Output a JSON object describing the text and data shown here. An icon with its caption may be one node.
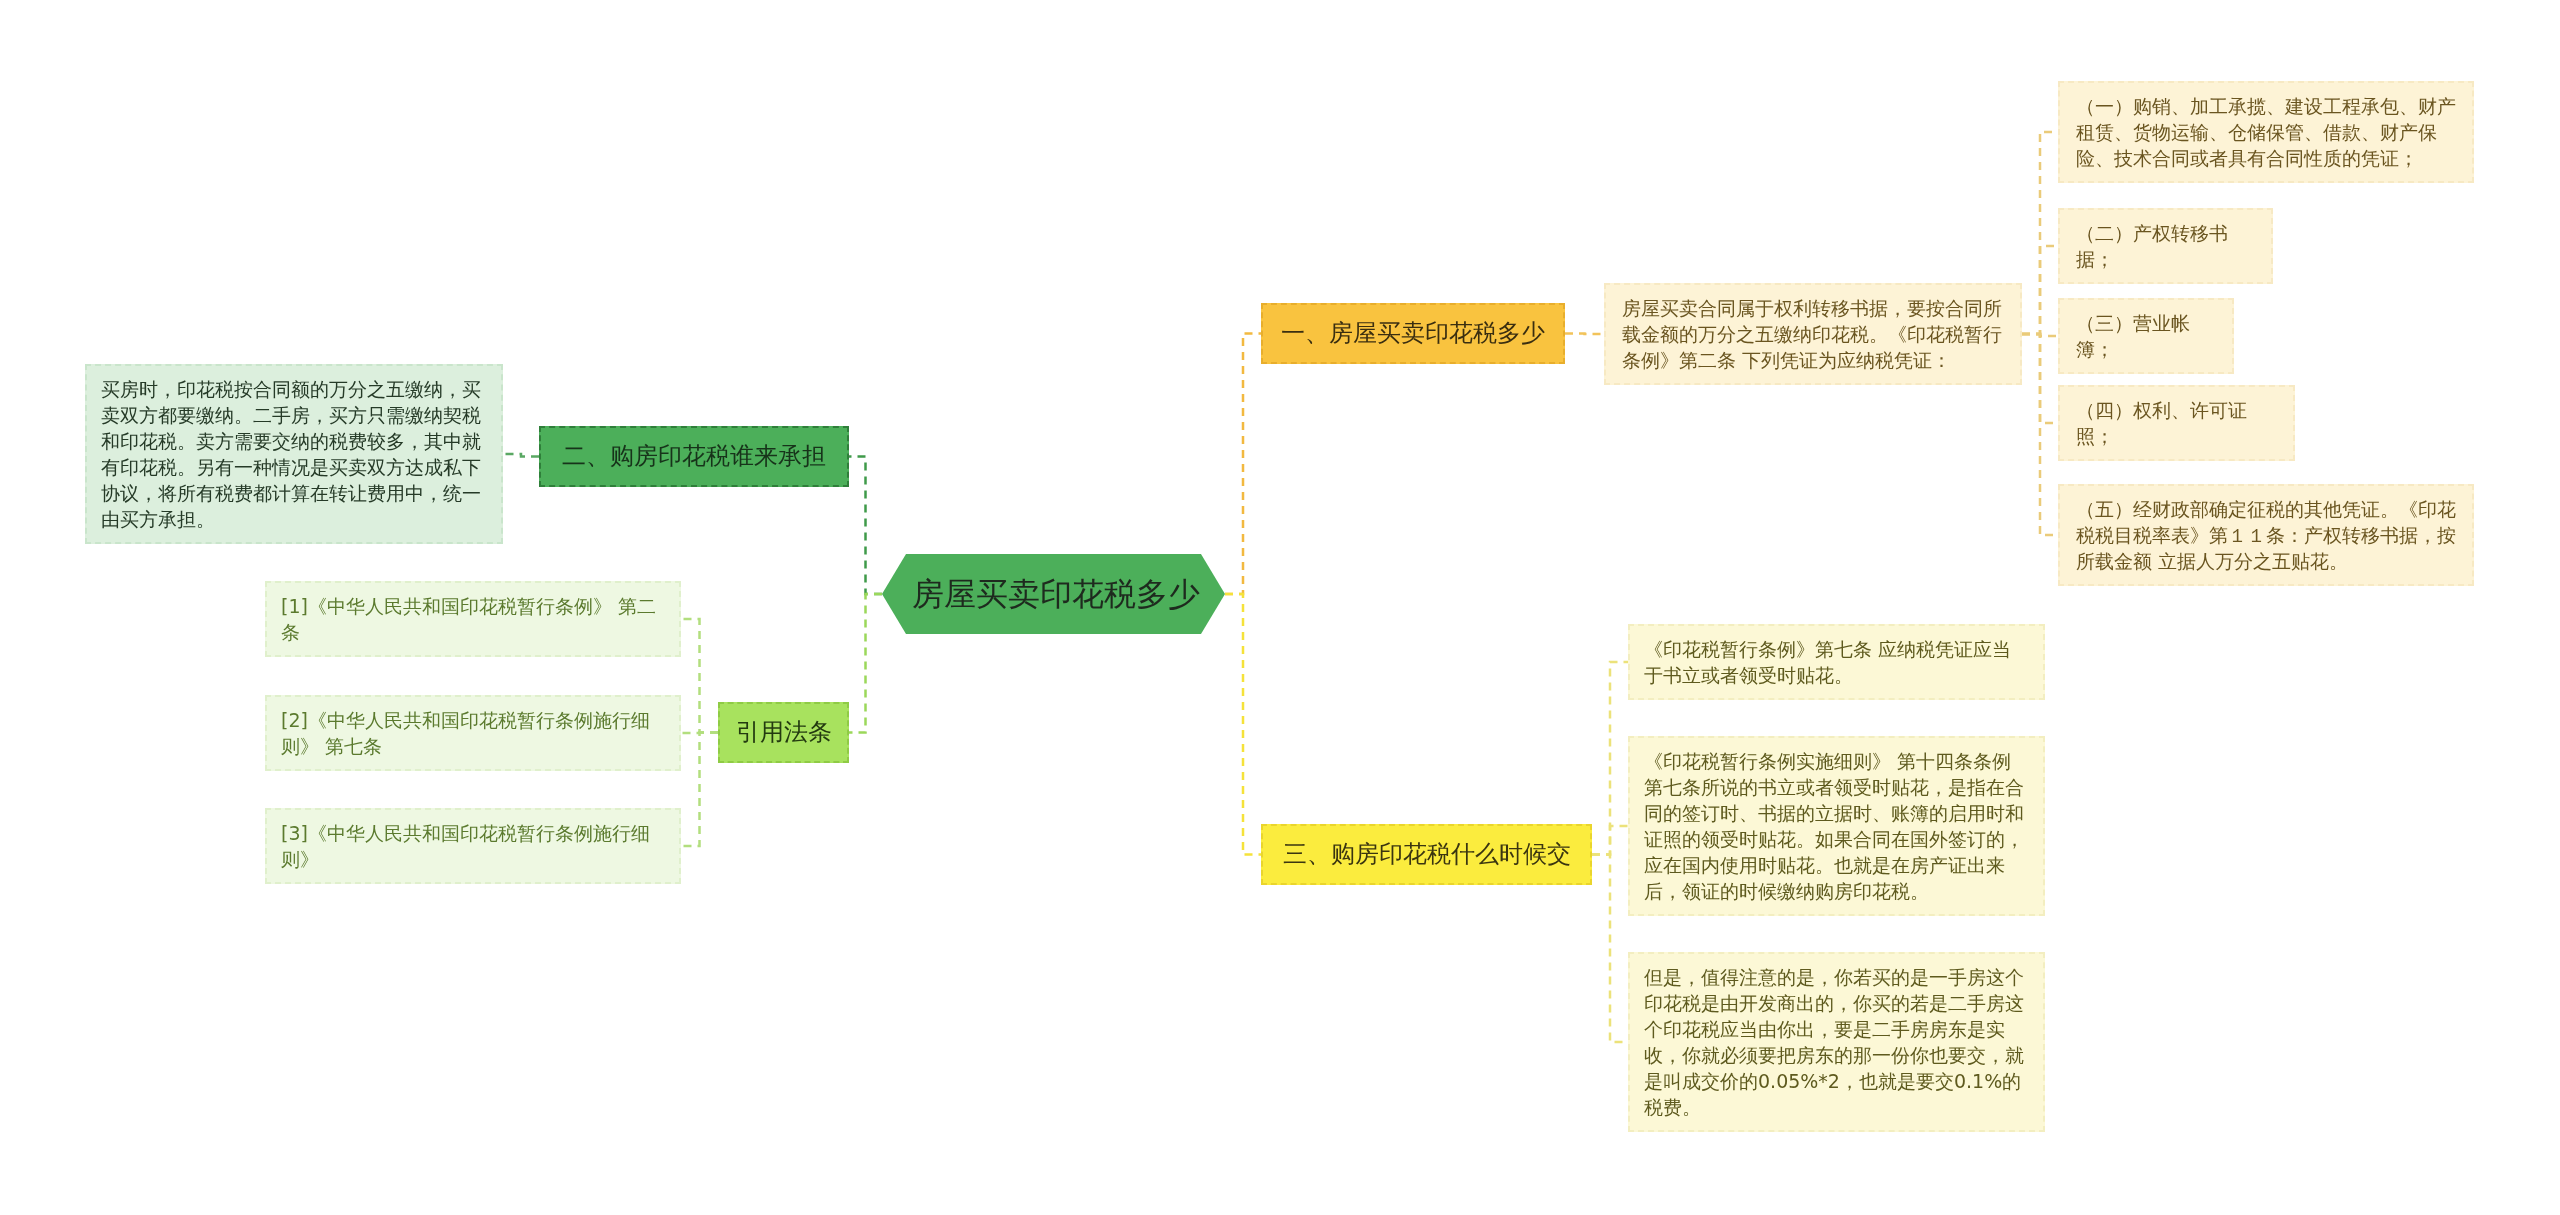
{
  "diagram": {
    "nodes": [
      {
        "text": [
          "房屋买卖印花税多少"
        ]
      },
      {
        "text": [
          "一、房屋买卖印花税多少"
        ]
      },
      {
        "text": [
          "房屋买卖合同属于权利转移书据，要按合同所载金额的万分之五缴纳印花税。《印花税暂行条例》第二条 下列凭证为应纳税凭证："
        ]
      },
      {
        "text": [
          "（一）购销、加工承揽、建设工程承包、财产租赁、货物运输、仓储保管、借款、财产保险、技术合同或者具有合同性质的凭证；"
        ]
      },
      {
        "text": [
          "（二）产权转移书据；"
        ]
      },
      {
        "text": [
          "（三）营业帐簿；"
        ]
      },
      {
        "text": [
          "（四）权利、许可证照；"
        ]
      },
      {
        "text": [
          "（五）经财政部确定征税的其他凭证。《印花税税目税率表》第１１条：产权转移书据，按所载金额 立据人万分之五贴花。"
        ]
      },
      {
        "text": [
          "三、购房印花税什么时候交"
        ]
      },
      {
        "text": [
          "《印花税暂行条例》第七条 应纳税凭证应当于书立或者领受时贴花。"
        ]
      },
      {
        "text": [
          "《印花税暂行条例实施细则》 第十四条条例第七条所说的书立或者领受时贴花，是指在合同的签订时、书据的立据时、账簿的启用时和证照的领受时贴花。如果合同在国外签订的，应在国内使用时贴花。也就是在房产证出来后，领证的时候缴纳购房印花税。"
        ]
      },
      {
        "text": [
          "但是，值得注意的是，你若买的是一手房这个印花税是由开发商出的，你买的若是二手房这个印花税应当由你出，要是二手房房东是实收，你就必须要把房东的那一份你也要交，就是叫成交价的0.05%*2，也就是要交0.1%的税费。"
        ]
      },
      {
        "text": [
          "二、购房印花税谁来承担"
        ]
      },
      {
        "text": [
          "买房时，印花税按合同额的万分之五缴纳，买卖双方都要缴纳。二手房，买方只需缴纳契税和印花税。卖方需要交纳的税费较多，其中就有印花税。另有一种情况是买卖双方达成私下协议，将所有税费都计算在转让费用中，统一由买方承担。"
        ]
      },
      {
        "text": [
          "引用法条"
        ]
      },
      {
        "text": [
          "[1]《中华人民共和国印花税暂行条例》 第二条"
        ]
      },
      {
        "text": [
          "[2]《中华人民共和国印花税暂行条例施行细则》 第七条"
        ]
      },
      {
        "text": [
          "[3]《中华人民共和国印花税暂行条例施行细则》"
        ]
      }
    ],
    "edges": [
      {
        "from": 0,
        "to": 1,
        "arrow": "none",
        "color": "#f2b940"
      },
      {
        "from": 1,
        "to": 2,
        "arrow": "none",
        "color": "#f2c35a"
      },
      {
        "from": 2,
        "to": 3,
        "arrow": "none",
        "color": "#eacb7a"
      },
      {
        "from": 2,
        "to": 4,
        "arrow": "none",
        "color": "#eacb7a"
      },
      {
        "from": 2,
        "to": 5,
        "arrow": "none",
        "color": "#eacb7a"
      },
      {
        "from": 2,
        "to": 6,
        "arrow": "none",
        "color": "#eacb7a"
      },
      {
        "from": 2,
        "to": 7,
        "arrow": "none",
        "color": "#eacb7a"
      },
      {
        "from": 0,
        "to": 8,
        "arrow": "none",
        "color": "#f5e23a"
      },
      {
        "from": 8,
        "to": 9,
        "arrow": "none",
        "color": "#ece27a"
      },
      {
        "from": 8,
        "to": 10,
        "arrow": "none",
        "color": "#ece27a"
      },
      {
        "from": 8,
        "to": 11,
        "arrow": "none",
        "color": "#ece27a"
      },
      {
        "from": 0,
        "to": 12,
        "arrow": "none",
        "color": "#3f9a4a"
      },
      {
        "from": 12,
        "to": 13,
        "arrow": "none",
        "color": "#5aa863"
      },
      {
        "from": 0,
        "to": 14,
        "arrow": "none",
        "color": "#9bd85a"
      },
      {
        "from": 14,
        "to": 15,
        "arrow": "none",
        "color": "#b2de7e"
      },
      {
        "from": 14,
        "to": 16,
        "arrow": "none",
        "color": "#b2de7e"
      },
      {
        "from": 14,
        "to": 17,
        "arrow": "none",
        "color": "#b2de7e"
      }
    ]
  }
}
